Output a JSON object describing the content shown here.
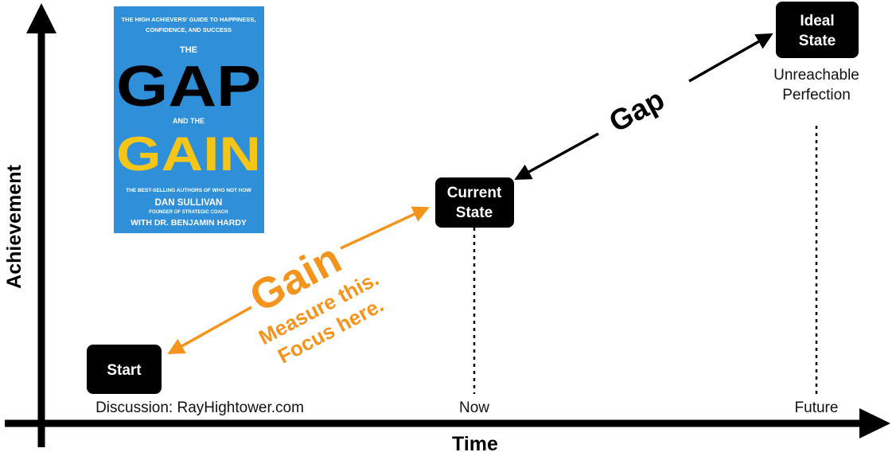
{
  "axes": {
    "x_label": "Time",
    "y_label": "Achievement"
  },
  "nodes": {
    "start": "Start",
    "current_line1": "Current",
    "current_line2": "State",
    "ideal_line1": "Ideal",
    "ideal_line2": "State"
  },
  "captions": {
    "discussion": "Discussion: RayHightower.com",
    "now": "Now",
    "future": "Future",
    "unreachable_line1": "Unreachable",
    "unreachable_line2": "Perfection"
  },
  "annotations": {
    "gap": "Gap",
    "gain": "Gain",
    "measure": "Measure this.",
    "focus": "Focus here."
  },
  "book": {
    "tagline_line1": "THE HIGH ACHIEVERS' GUIDE TO HAPPINESS,",
    "tagline_line2": "CONFIDENCE, AND SUCCESS",
    "the": "THE",
    "gap": "GAP",
    "and_the": "AND THE",
    "gain": "GAIN",
    "authors_note": "THE BEST-SELLING AUTHORS OF WHO NOT HOW",
    "author1": "DAN SULLIVAN",
    "author1_role": "FOUNDER OF STRATEGIC COACH",
    "author2": "WITH DR. BENJAMIN HARDY"
  },
  "colors": {
    "gain_orange": "#f5941d",
    "book_blue": "#2f8fd8",
    "book_yellow": "#f5c518",
    "box_fill": "#000000"
  }
}
